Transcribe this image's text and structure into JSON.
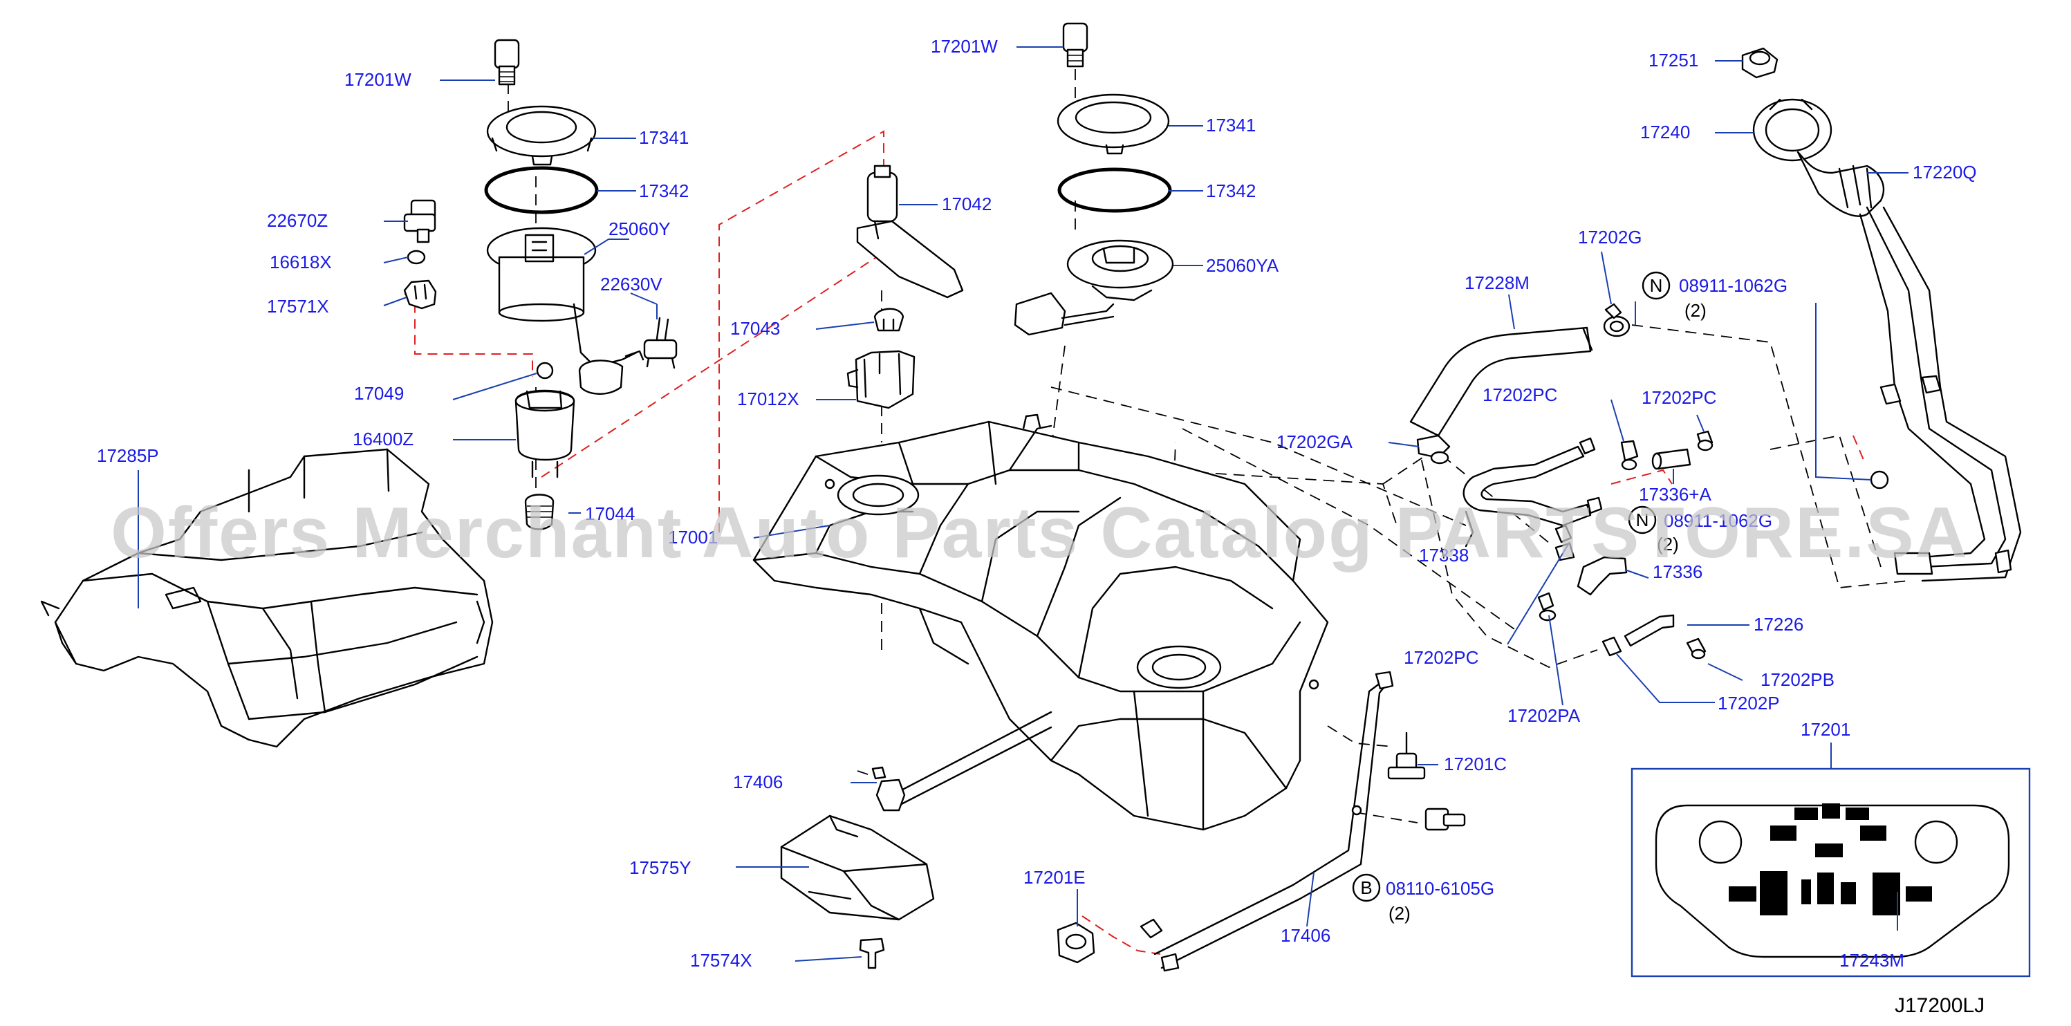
{
  "diagram_code": "J17200LJ",
  "watermark": "Offers Merchant Auto Parts Catalog PARTSTORE.SA",
  "colors": {
    "label": "#1a1ae6",
    "leader": "#1a3fb0",
    "dashed_red": "#e02020",
    "watermark": "#c8c8c8"
  },
  "labels": {
    "p17201W_left": "17201W",
    "p17341_left": "17341",
    "p17342_left": "17342",
    "p22670Z": "22670Z",
    "p25060Y": "25060Y",
    "p16618X": "16618X",
    "p22630V": "22630V",
    "p17571X": "17571X",
    "p17049": "17049",
    "p16400Z": "16400Z",
    "p17044": "17044",
    "p17285P": "17285P",
    "p17042": "17042",
    "p17043": "17043",
    "p17012X": "17012X",
    "p17201W_mid": "17201W",
    "p17341_mid": "17341",
    "p17342_mid": "17342",
    "p25060YA": "25060YA",
    "p17202GA": "17202GA",
    "p17001": "17001",
    "p17251": "17251",
    "p17240": "17240",
    "p17220Q": "17220Q",
    "p17202G": "17202G",
    "p08911a": "08911-1062G",
    "p08911a_qty": "(2)",
    "p17228M": "17228M",
    "p17202PC_a": "17202PC",
    "p17202PC_b": "17202PC",
    "p17336A": "17336+A",
    "p08911b": "08911-1062G",
    "p08911b_qty": "(2)",
    "p17338": "17338",
    "p17336": "17336",
    "p17226": "17226",
    "p17202PC_c": "17202PC",
    "p17202PB": "17202PB",
    "p17202PA": "17202PA",
    "p17202P": "17202P",
    "p17201": "17201",
    "p17201C": "17201C",
    "p08110": "08110-6105G",
    "p08110_qty": "(2)",
    "p17406_left": "17406",
    "p17575Y": "17575Y",
    "p17574X": "17574X",
    "p17201E": "17201E",
    "p17406_right": "17406",
    "p17243M": "17243M"
  },
  "circle_marks": {
    "n1": "N",
    "n2": "N",
    "b": "B"
  }
}
